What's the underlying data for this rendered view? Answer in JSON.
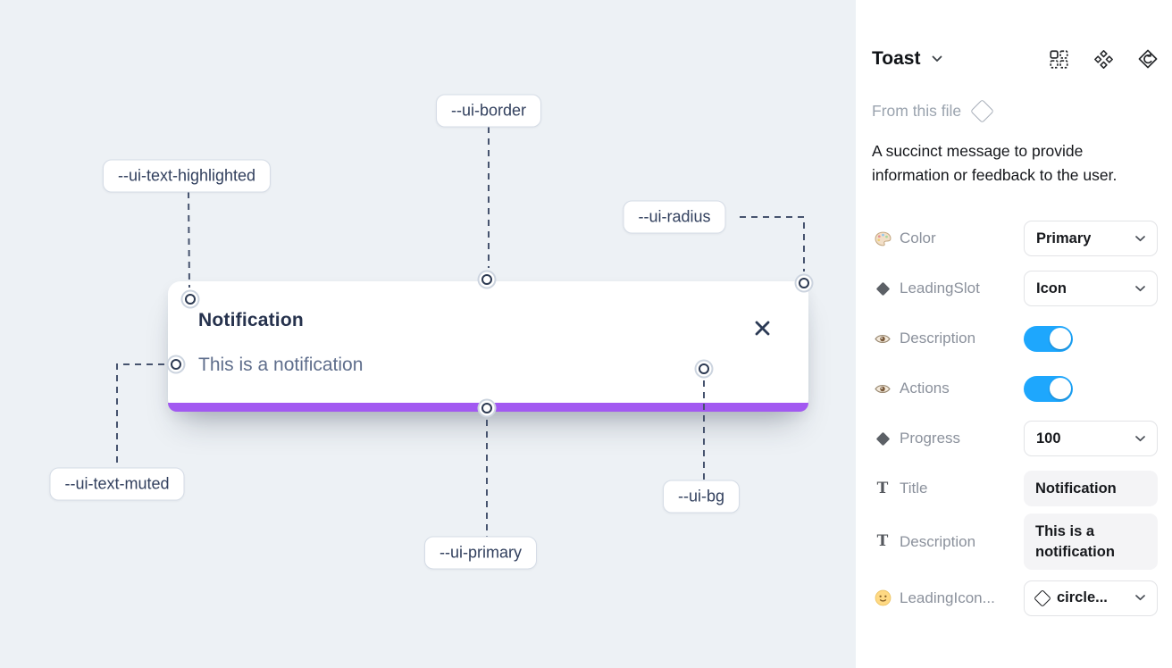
{
  "canvas": {
    "toast": {
      "title": "Notification",
      "description": "This is a notification"
    },
    "annotations": [
      {
        "id": "border",
        "label": "--ui-border"
      },
      {
        "id": "text-highlighted",
        "label": "--ui-text-highlighted"
      },
      {
        "id": "radius",
        "label": "--ui-radius"
      },
      {
        "id": "text-muted",
        "label": "--ui-text-muted"
      },
      {
        "id": "primary",
        "label": "--ui-primary"
      },
      {
        "id": "bg",
        "label": "--ui-bg"
      }
    ],
    "colors": {
      "primary_bar": "#a259f1",
      "canvas_background": "#edf1f5"
    }
  },
  "panel": {
    "title": "Toast",
    "header_icons": [
      "swap-instance-icon",
      "component-icon",
      "return-to-component-icon"
    ],
    "source": "From this file",
    "description": "A succinct message to provide information or feedback to the user.",
    "rows": [
      {
        "icon": "palette-icon",
        "label": "Color",
        "control": "select",
        "value": "Primary"
      },
      {
        "icon": "diamond-icon",
        "label": "LeadingSlot",
        "control": "select",
        "value": "Icon"
      },
      {
        "icon": "eye-icon",
        "label": "Description",
        "control": "toggle",
        "state": "true"
      },
      {
        "icon": "eye-icon",
        "label": "Actions",
        "control": "toggle",
        "state": "true"
      },
      {
        "icon": "diamond-icon",
        "label": "Progress",
        "control": "select",
        "value": "100"
      },
      {
        "icon": "text-icon",
        "label": "Title",
        "control": "text",
        "value": "Notification"
      },
      {
        "icon": "text-icon",
        "label": "Description",
        "control": "text",
        "value": "This is a notification"
      },
      {
        "icon": "smiley-icon",
        "label": "LeadingIcon...",
        "control": "select-icon",
        "value": "circle..."
      }
    ],
    "colors": {
      "toggle_on": "#1ea7fd"
    }
  }
}
